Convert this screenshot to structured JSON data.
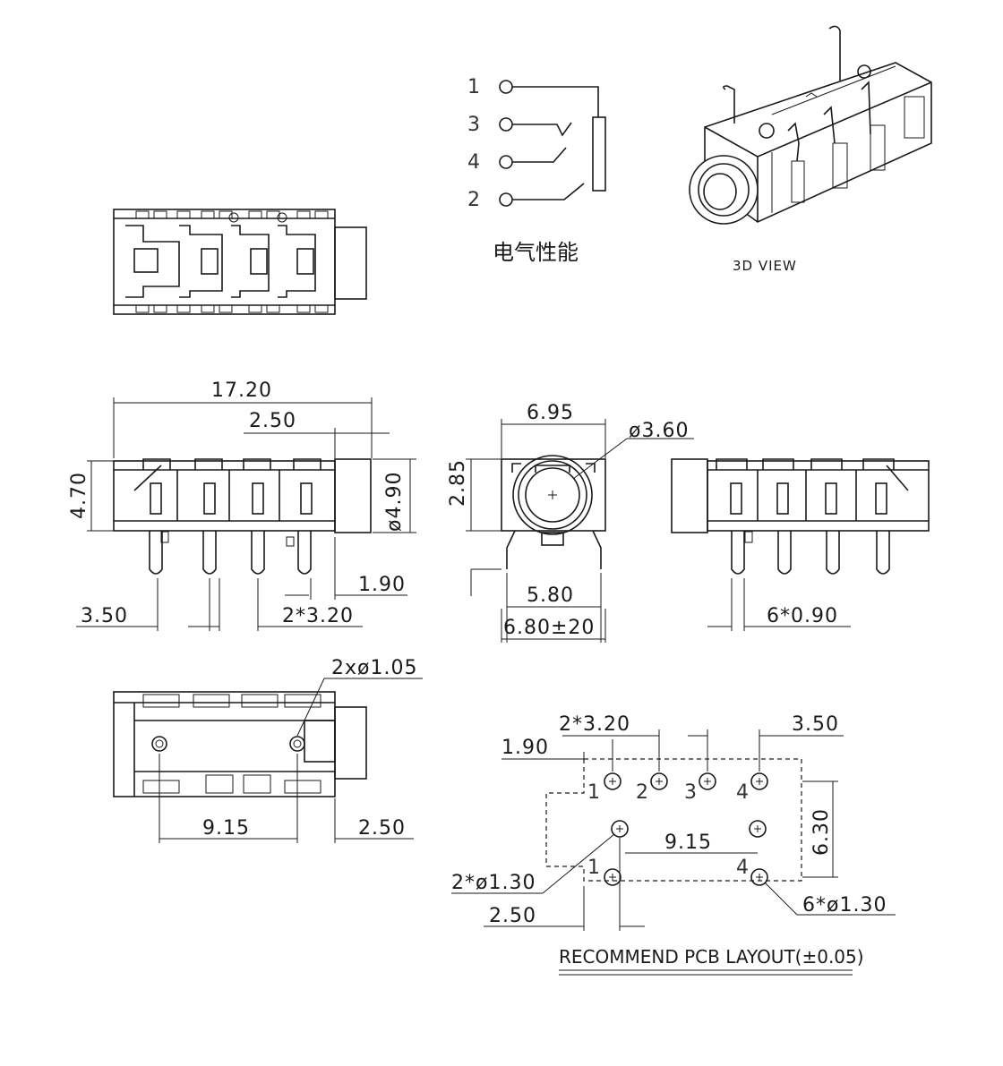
{
  "schematic": {
    "pins": [
      "1",
      "3",
      "4",
      "2"
    ],
    "caption": "电气性能"
  },
  "view3d": {
    "label": "3D VIEW"
  },
  "side_view": {
    "dims": {
      "length": "17.20",
      "front": "2.50",
      "height": "4.70",
      "diameter": "ø4.90",
      "first_pin": "1.90",
      "rear": "3.50",
      "pitch": "2*3.20"
    }
  },
  "front_view": {
    "dims": {
      "width": "6.95",
      "hole": "ø3.60",
      "center_height": "2.85",
      "leg_span": "5.80",
      "body_width": "6.80±20"
    }
  },
  "other_side_view": {
    "dims": {
      "pin_width": "6*0.90"
    }
  },
  "bottom_view": {
    "dims": {
      "posts": "2xø1.05",
      "post_spacing": "9.15",
      "front": "2.50"
    }
  },
  "pcb_layout": {
    "title": "RECOMMEND PCB LAYOUT(±0.05)",
    "top_pins": [
      "1",
      "2",
      "3",
      "4"
    ],
    "bottom_pins": [
      "1",
      "4"
    ],
    "dims": {
      "pitch": "2*3.20",
      "rear": "3.50",
      "first": "1.90",
      "post_spacing": "9.15",
      "row_spacing": "6.30",
      "post_holes": "2*ø1.30",
      "pin_holes": "6*ø1.30",
      "front": "2.50"
    }
  }
}
